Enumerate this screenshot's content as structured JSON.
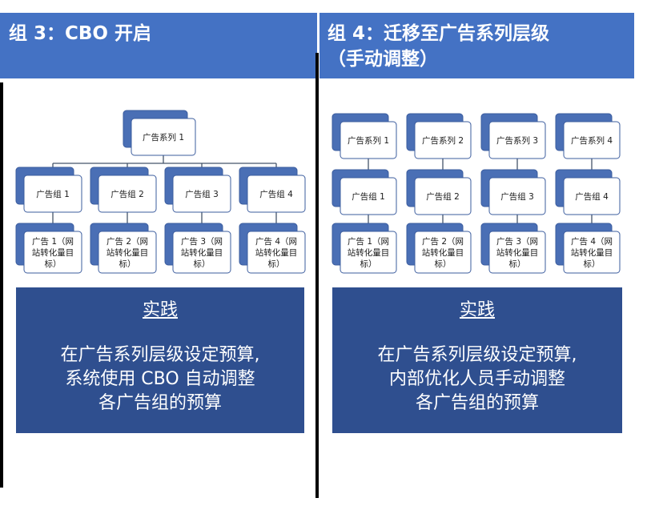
{
  "left": {
    "title": "组 3：CBO 开启",
    "campaign": "广告系列 1",
    "ad_groups": [
      "广告组 1",
      "广告组 2",
      "广告组 3",
      "广告组 4"
    ],
    "ads": [
      [
        "广告 1（网",
        "站转化量目",
        "标）"
      ],
      [
        "广告 2（网",
        "站转化量目",
        "标）"
      ],
      [
        "广告 3（网",
        "站转化量目",
        "标）"
      ],
      [
        "广告 4（网",
        "站转化量目",
        "标）"
      ]
    ],
    "box_title": "实践",
    "box_body": "在广告系列层级设定预算,\n系统使用 CBO 自动调整\n各广告组的预算"
  },
  "right": {
    "title_line1": "组 4：迁移至广告系列层级",
    "title_line2": "（手动调整）",
    "campaigns": [
      "广告系列 1",
      "广告系列 2",
      "广告系列 3",
      "广告系列 4"
    ],
    "ad_groups": [
      "广告组 1",
      "广告组 2",
      "广告组 3",
      "广告组 4"
    ],
    "ads": [
      [
        "广告 1（网",
        "站转化量目",
        "标）"
      ],
      [
        "广告 2（网",
        "站转化量目",
        "标）"
      ],
      [
        "广告 3（网",
        "站转化量目",
        "标）"
      ],
      [
        "广告 4（网",
        "站转化量目",
        "标）"
      ]
    ],
    "box_title": "实践",
    "box_body": "在广告系列层级设定预算,\n内部优化人员手动调整\n各广告组的预算"
  },
  "colors": {
    "header": "#4472C4",
    "box": "#2F4F8F",
    "node_back": "#4A6FB5",
    "connector": "#44546A"
  }
}
